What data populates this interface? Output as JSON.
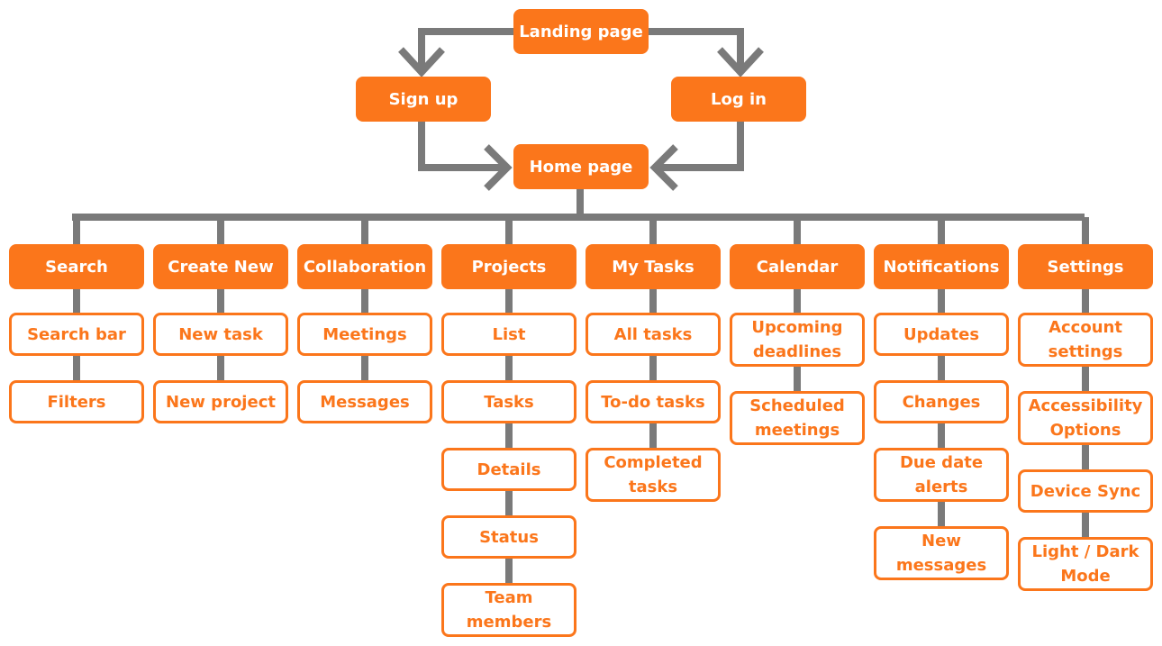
{
  "colors": {
    "accent": "#fb761b",
    "connector": "#7a7a7a",
    "background": "#ffffff"
  },
  "top": {
    "landing": "Landing page",
    "signup": "Sign up",
    "login": "Log in",
    "home": "Home page"
  },
  "sections": [
    {
      "title": "Search",
      "items": [
        "Search bar",
        "Filters"
      ]
    },
    {
      "title": "Create New",
      "items": [
        "New task",
        "New project"
      ]
    },
    {
      "title": "Collaboration",
      "items": [
        "Meetings",
        "Messages"
      ]
    },
    {
      "title": "Projects",
      "items": [
        "List",
        "Tasks",
        "Details",
        "Status",
        "Team members"
      ]
    },
    {
      "title": "My Tasks",
      "items": [
        "All tasks",
        "To-do tasks",
        "Completed tasks"
      ]
    },
    {
      "title": "Calendar",
      "items": [
        "Upcoming deadlines",
        "Scheduled meetings"
      ]
    },
    {
      "title": "Notifications",
      "items": [
        "Updates",
        "Changes",
        "Due date alerts",
        "New messages"
      ]
    },
    {
      "title": "Settings",
      "items": [
        "Account settings",
        "Accessibility Options",
        "Device Sync",
        "Light / Dark Mode"
      ]
    }
  ]
}
